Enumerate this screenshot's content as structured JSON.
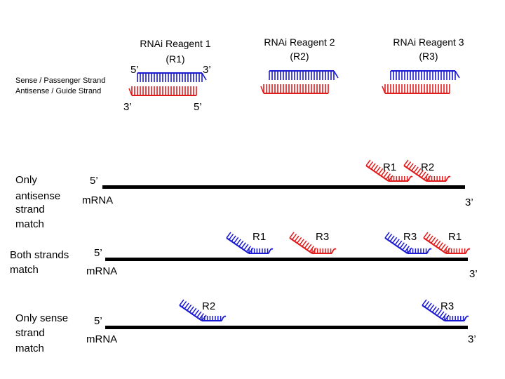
{
  "colors": {
    "sense": "#1a1ad4",
    "antisense": "#e21b1b",
    "mrna": "#000000",
    "background": "#ffffff"
  },
  "legend": {
    "sense_label": "Sense / Passenger Strand",
    "antisense_label": "Antisense / Guide Strand"
  },
  "reagents": [
    {
      "name": "RNAi Reagent 1",
      "code": "(R1)",
      "end_5_top": "5’",
      "end_3_top": "3’",
      "end_3_bottom": "3’",
      "end_5_bottom": "5’"
    },
    {
      "name": "RNAi Reagent 2",
      "code": "(R2)"
    },
    {
      "name": "RNAi Reagent 3",
      "code": "(R3)"
    }
  ],
  "rows": [
    {
      "label_lines": [
        "Only",
        "antisense",
        "strand",
        "match"
      ],
      "end5": "5’",
      "mrna": "mRNA",
      "end3": "3’",
      "binders": [
        {
          "label": "R1",
          "strand": "antisense"
        },
        {
          "label": "R2",
          "strand": "antisense"
        }
      ]
    },
    {
      "label_lines": [
        "Both strands",
        "match"
      ],
      "end5": "5’",
      "mrna": "mRNA",
      "end3": "3’",
      "binders": [
        {
          "label": "R1",
          "strand": "sense"
        },
        {
          "label": "R3",
          "strand": "antisense"
        },
        {
          "label": "R3",
          "strand": "sense"
        },
        {
          "label": "R1",
          "strand": "antisense"
        }
      ]
    },
    {
      "label_lines": [
        "Only sense",
        "strand",
        "match"
      ],
      "end5": "5’",
      "mrna": "mRNA",
      "end3": "3’",
      "binders": [
        {
          "label": "R2",
          "strand": "sense"
        },
        {
          "label": "R3",
          "strand": "sense"
        }
      ]
    }
  ]
}
